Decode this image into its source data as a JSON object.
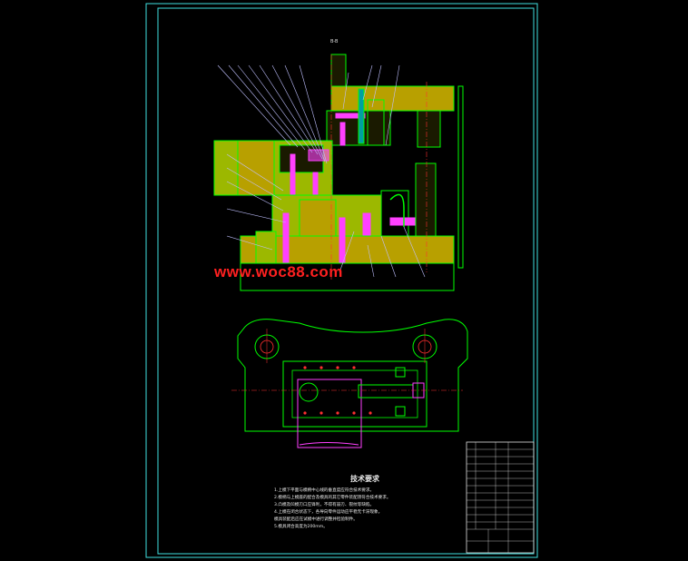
{
  "section_label": "B-B",
  "watermark": "www.woc88.com",
  "tech_requirements": {
    "title": "技术要求",
    "lines": [
      "1.上模下平面与模柄中心线的垂直度应符合技术要求。",
      "2.模柄与上模座的配合及模具的其它零件装配须符合技术要求。",
      "3.凸模及凹模刃口应锋利，不得有崩刃、裂纹等缺陷。",
      "4.上模在闭合状态下，各导向零件运动应平稳无卡滞现象，",
      "  模具装配后应在试模中进行调整并检验制件。",
      "5.模具闭合高度为200mm。"
    ]
  },
  "title_block": {
    "row1": "",
    "row2": "",
    "row3": ""
  },
  "colors": {
    "background": "#000000",
    "frame": "#40e0e0",
    "outline": "#00ff00",
    "center_line": "#ff3030",
    "part_magenta": "#ff40ff",
    "leader": "#c0c0ff",
    "fill_ochre": "#b8a000",
    "fill_yellow_green": "#9cb800"
  }
}
